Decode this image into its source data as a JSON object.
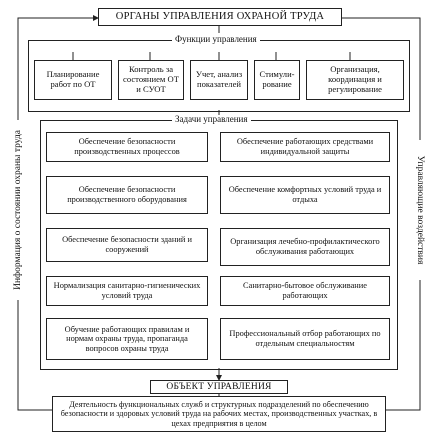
{
  "title": "ОРГАНЫ УПРАВЛЕНИЯ ОХРАНОЙ ТРУДА",
  "functions_label": "Функции управления",
  "functions": [
    "Планирование работ по ОТ",
    "Контроль за состоянием ОТ и СУОТ",
    "Учет, анализ показателей",
    "Стимули-рование",
    "Организация, координация и регулирование"
  ],
  "tasks_label": "Задачи управления",
  "tasks_left": [
    "Обеспечение безопасности производственных процессов",
    "Обеспечение безопасности производственного оборудования",
    "Обеспечение безопасности зданий и сооружений",
    "Нормализация санитарно-гигиенических условий труда",
    "Обучение работающих правилам и нормам охраны труда, пропаганда вопросов охраны труда"
  ],
  "tasks_right": [
    "Обеспечение работающих средствами индивидуальной защиты",
    "Обеспечение комфортных условий труда и отдыха",
    "Организация лечебно-профилактического обслуживания работающих",
    "Санитарно-бытовое обслуживание работающих",
    "Профессиональный отбор работающих по отдельным специальностям"
  ],
  "left_side_label": "Информация о состоянии охраны труда",
  "right_side_label": "Управляющие воздействия",
  "object_label": "ОБЪЕКТ УПРАВЛЕНИЯ",
  "object_text": "Деятельность функциональных служб и структурных подразделений по обеспечению безопасности и здоровых условий труда на рабочих местах, производственных участках, в цехах предприятия в целом"
}
